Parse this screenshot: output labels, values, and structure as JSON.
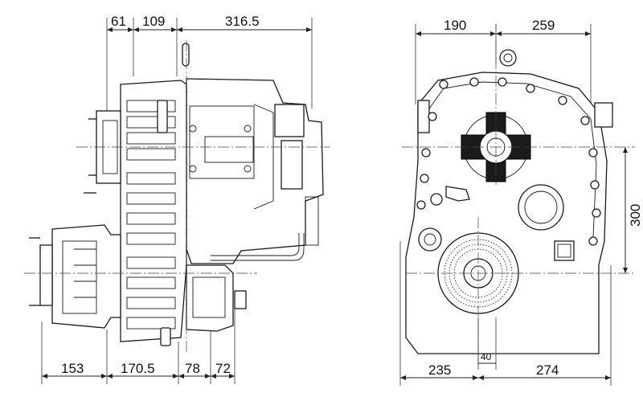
{
  "drawing": {
    "side_view": {
      "top_dimensions": [
        "61",
        "109",
        "316.5"
      ],
      "bottom_dimensions": [
        "153",
        "170.5",
        "78",
        "72"
      ]
    },
    "front_view": {
      "top_dimensions": [
        "190",
        "259"
      ],
      "right_dimension": "300",
      "bottom_dimensions": [
        "235",
        "274"
      ],
      "offset_dimension": "40"
    }
  },
  "colors": {
    "line": "#1a1a1a",
    "background": "#ffffff",
    "dark_fill": "#1b1b1b"
  }
}
